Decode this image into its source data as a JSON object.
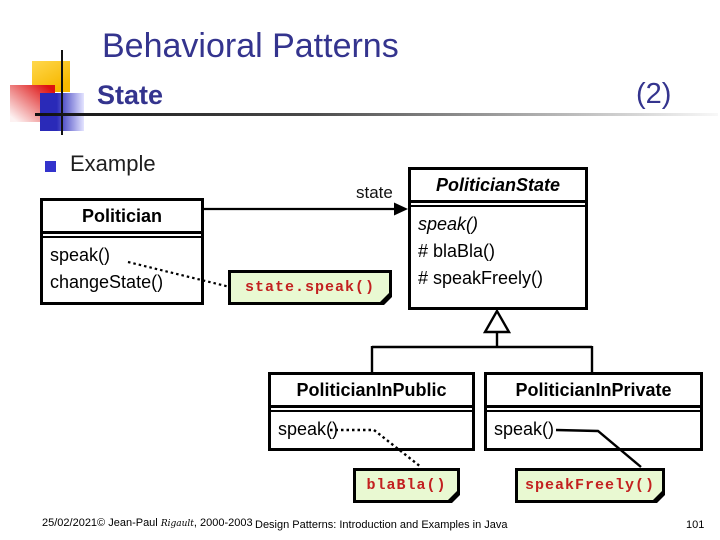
{
  "slide": {
    "title": "Behavioral Patterns",
    "subtitle": "State",
    "counter": "(2)",
    "bullet_label": "Example"
  },
  "diagram": {
    "politician": {
      "name": "Politician",
      "methods": [
        "speak()",
        "changeState()"
      ]
    },
    "politician_state": {
      "name": "PoliticianState",
      "abstract_method": "speak()",
      "methods": [
        "# blaBla()",
        "# speakFreely()"
      ]
    },
    "association_label": "state",
    "notes": {
      "state_speak": "state.speak()",
      "bla_bla": "blaBla()",
      "speak_freely": "speakFreely()"
    },
    "subclasses": [
      {
        "name": "PoliticianInPublic",
        "methods": [
          "speak()"
        ]
      },
      {
        "name": "PoliticianInPrivate",
        "methods": [
          "speak()"
        ]
      }
    ]
  },
  "footer": {
    "left_prefix": "25/02/2021© Jean-Paul ",
    "author": "Rigault",
    "left_suffix": ", 2000-2003",
    "center": "Design Patterns: Introduction and Examples in Java",
    "page_number": "101"
  },
  "colors": {
    "title_navy": "#34348e",
    "bullet_blue": "#3333cc",
    "note_background": "#e9f9d2",
    "note_text_red": "#c32020",
    "logo_yellow": "#f7b800",
    "logo_red": "#dd1111",
    "logo_blue": "#2a2ab8"
  }
}
